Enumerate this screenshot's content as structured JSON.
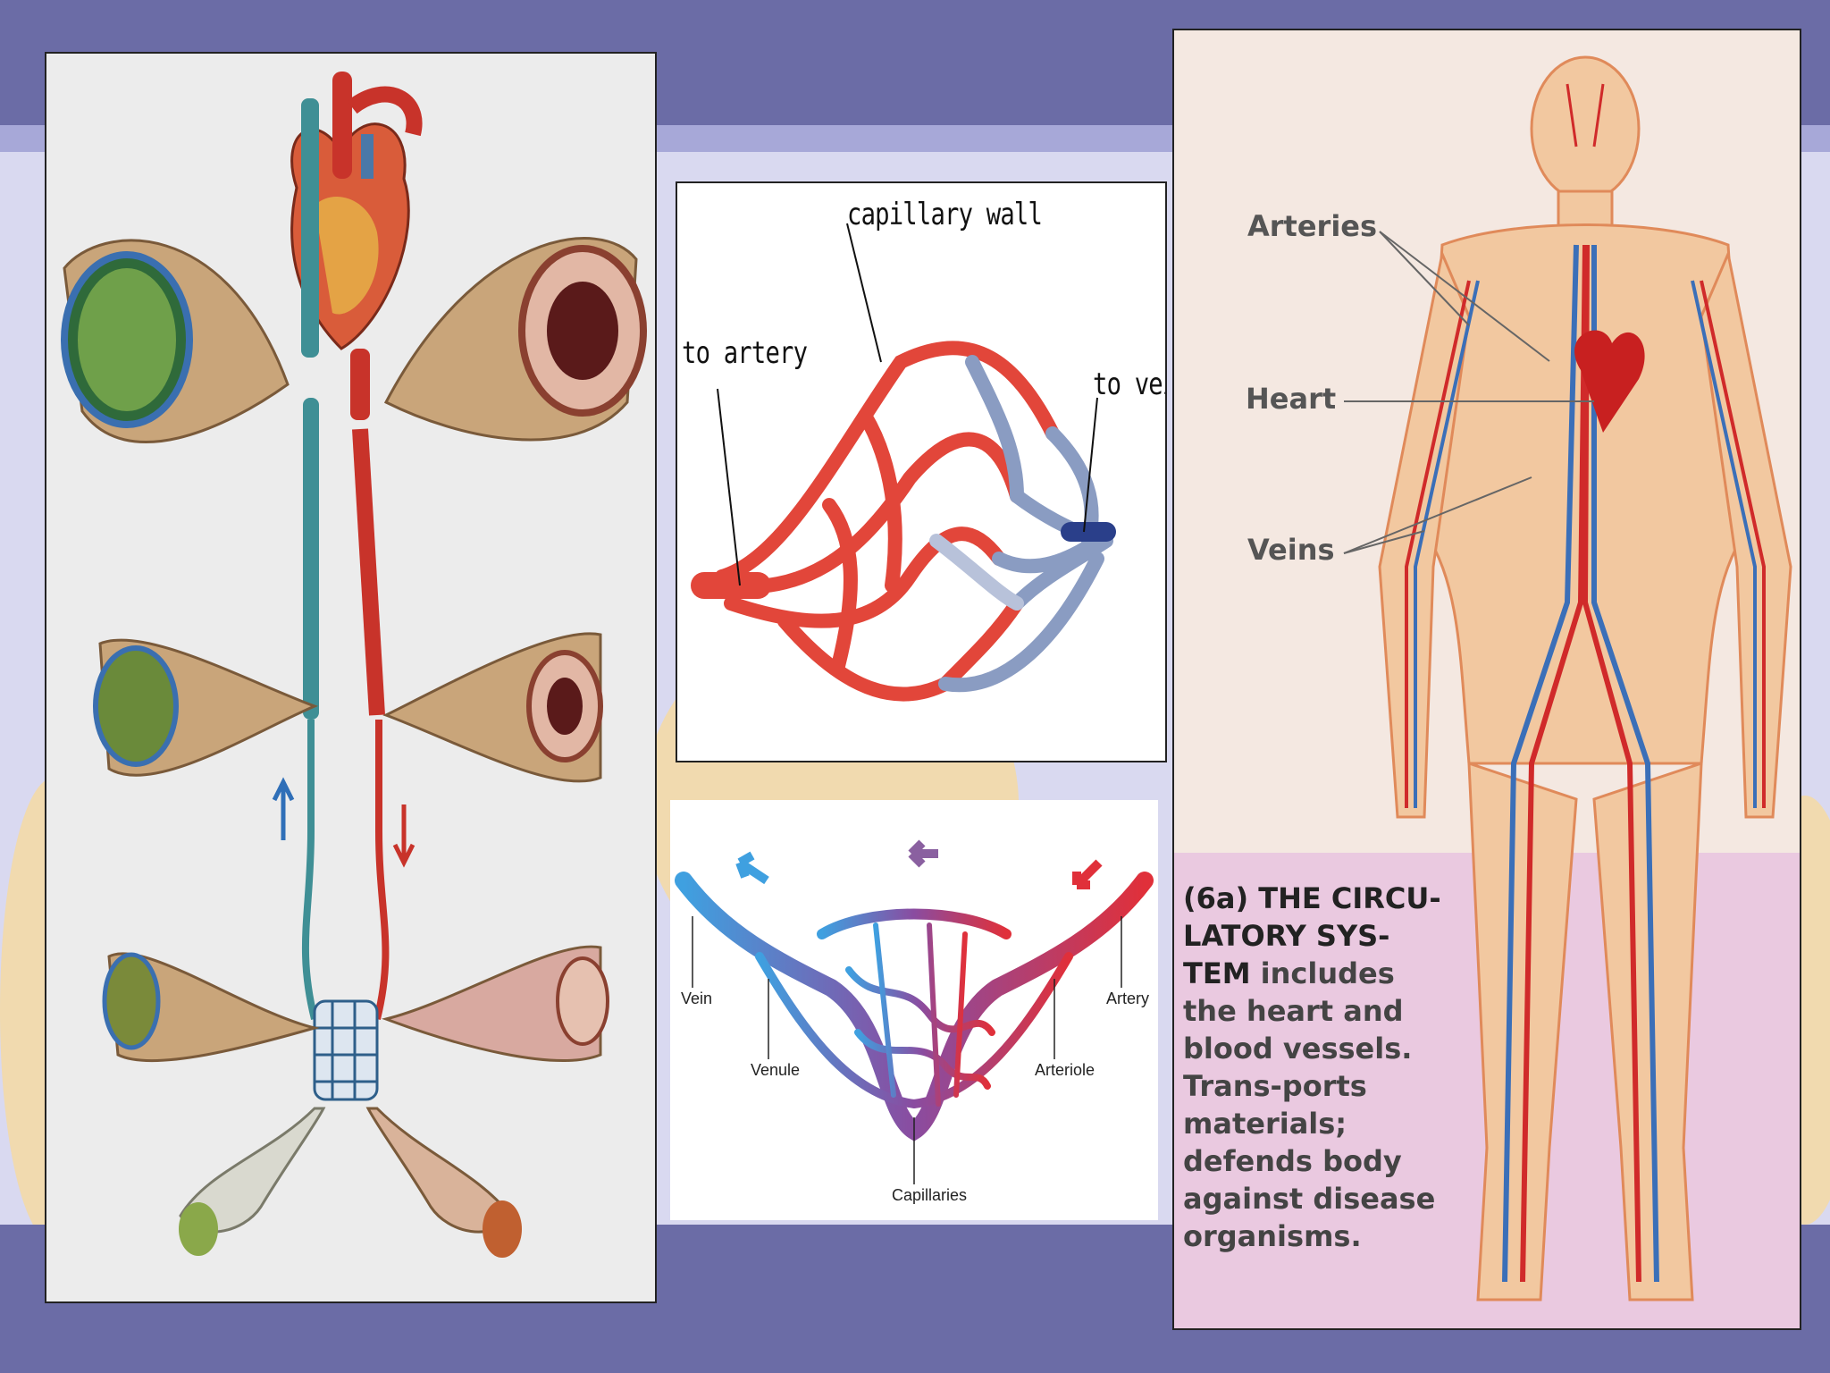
{
  "colors": {
    "artery": "#e03a2e",
    "vein": "#3b6fb8",
    "capillary_mid": "#8a4ca0",
    "slide_band": "#6b6ca6"
  },
  "capillary_diagram": {
    "capillary_wall": "capillary wall",
    "to_artery": "to artery",
    "to_vein": "to vein"
  },
  "capillary_bed": {
    "vein": "Vein",
    "venule": "Venule",
    "capillaries": "Capillaries",
    "arteriole": "Arteriole",
    "artery": "Artery"
  },
  "body_diagram": {
    "arteries": "Arteries",
    "heart": "Heart",
    "veins": "Veins",
    "caption_strong": "(6a) THE CIRCU-LATORY SYS-TEM",
    "caption_rest": "includes the heart and blood vessels. Trans-ports materials; defends body against disease organisms."
  }
}
